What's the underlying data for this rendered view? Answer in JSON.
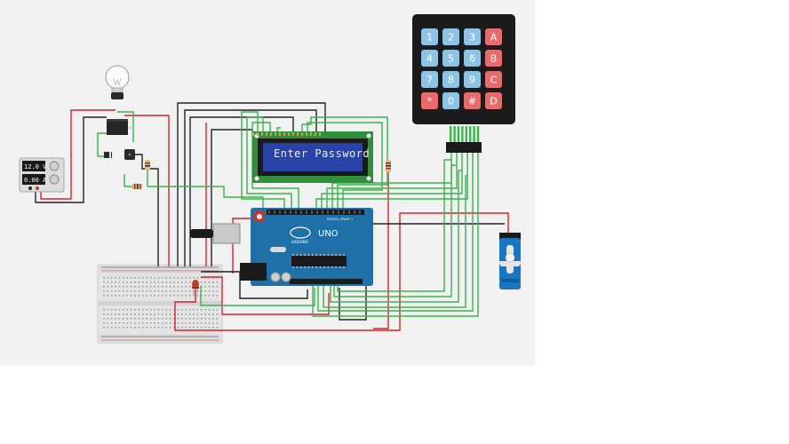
{
  "lcd": {
    "message": "Enter Password"
  },
  "power_supply": {
    "voltage": "12.0 V",
    "current": "0.00 A"
  },
  "keypad": {
    "keys": [
      [
        "1",
        "2",
        "3",
        "A"
      ],
      [
        "4",
        "5",
        "6",
        "B"
      ],
      [
        "7",
        "8",
        "9",
        "C"
      ],
      [
        "*",
        "0",
        "#",
        "D"
      ]
    ]
  },
  "arduino": {
    "model": "UNO",
    "brand": "ARDUINO",
    "header_label": "DIGITAL (PWM~)"
  },
  "colors": {
    "canvas_bg": "#f1f1f1",
    "wire_green": "#3ab54a",
    "wire_red": "#d8232a",
    "wire_black": "#222222",
    "arduino_blue": "#1f6fa8",
    "lcd_screen": "#2a43a8",
    "lcd_pcb": "#2f8f3c",
    "keypad_body": "#1b1b1b",
    "key_blue": "#8fc3e6",
    "key_red": "#e46c6c"
  }
}
